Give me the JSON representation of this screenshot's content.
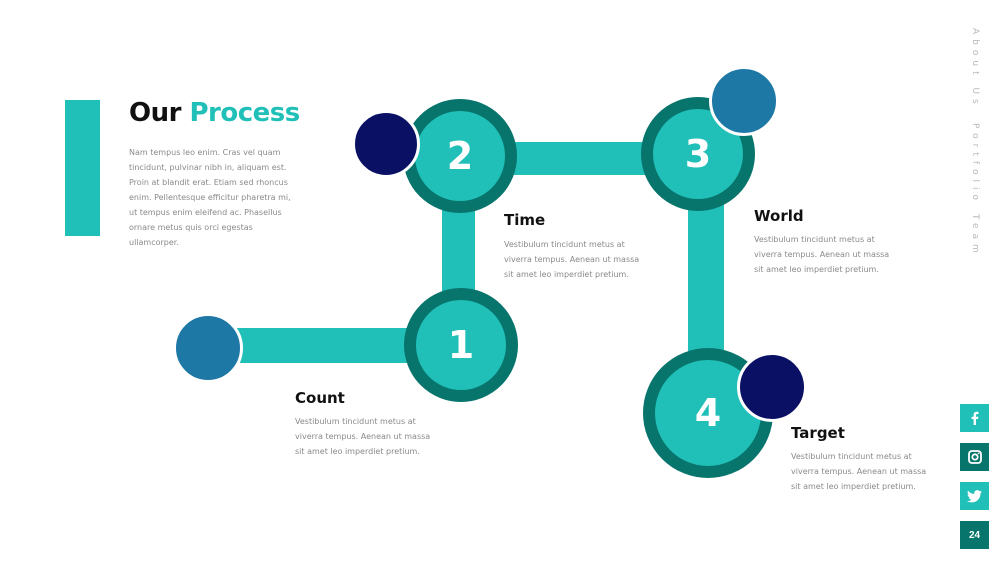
{
  "heading": {
    "part1": "Our",
    "part2": "Process"
  },
  "intro_text": "Nam tempus leo enim. Cras vel quam tincidunt, pulvinar nibh in, aliquam est. Proin at blandit erat. Etiam sed rhoncus enim. Pellentesque efficitur pharetra mi, ut tempus enim eleifend ac. Phasellus ornare metus quis orci egestas ullamcorper.",
  "steps": [
    {
      "number": "1",
      "label": "Count",
      "text": "Vestibulum tincidunt metus at viverra tempus. Aenean ut massa sit amet leo imperdiet pretium."
    },
    {
      "number": "2",
      "label": "Time",
      "text": "Vestibulum tincidunt metus at viverra tempus. Aenean ut massa sit amet leo imperdiet pretium."
    },
    {
      "number": "3",
      "label": "World",
      "text": "Vestibulum tincidunt metus at viverra tempus. Aenean ut massa sit amet leo imperdiet pretium."
    },
    {
      "number": "4",
      "label": "Target",
      "text": "Vestibulum tincidunt metus at viverra tempus. Aenean ut massa sit amet leo imperdiet pretium."
    }
  ],
  "side_nav": [
    "About Us",
    "Portfolio",
    "Team"
  ],
  "social_icons": [
    "facebook-icon",
    "instagram-icon",
    "twitter-icon"
  ],
  "page_number": "24",
  "colors": {
    "teal": "#20bfb8",
    "dark_teal": "#08756d",
    "navy": "#0a1165",
    "blue": "#1d78a6"
  }
}
